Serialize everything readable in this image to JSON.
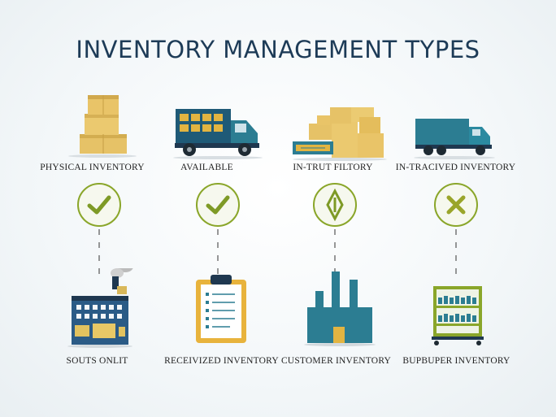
{
  "title": "INVENTORY MANAGEMENT TYPES",
  "top_row": [
    {
      "label": "PHYSICAL INVENTORY",
      "illustration": "stacked-boxes-icon",
      "status": "check-icon"
    },
    {
      "label": "AVAILABLE",
      "illustration": "truck-icon",
      "status": "check-icon"
    },
    {
      "label": "IN-TRUT FILTORY",
      "illustration": "boxes-on-pallet-icon",
      "status": "diamond-icon"
    },
    {
      "label": "IN-TRACIVED INVENTORY",
      "illustration": "delivery-truck-icon",
      "status": "x-icon"
    }
  ],
  "bottom_row": [
    {
      "label": "SOUTS ONLIT",
      "illustration": "factory-building-icon"
    },
    {
      "label": "RECEIVIZED INVENTORY",
      "illustration": "clipboard-icon"
    },
    {
      "label": "CUSTOMER INVENTORY",
      "illustration": "factory-chimneys-icon"
    },
    {
      "label": "BUPBUPER INVENTORY",
      "illustration": "warehouse-shelf-icon"
    }
  ],
  "colors": {
    "title": "#1d3b57",
    "accent_green": "#8aa62a",
    "box": "#e7c46a",
    "teal": "#2c7d92",
    "navy": "#1f3850"
  }
}
